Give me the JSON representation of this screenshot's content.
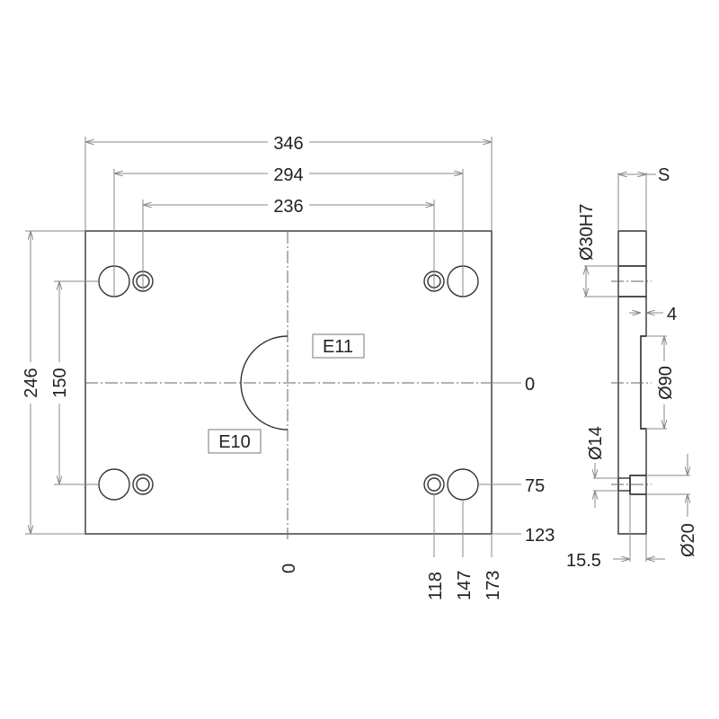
{
  "front_view": {
    "dim_width_overall": "346",
    "dim_width_large_holes": "294",
    "dim_width_small_holes": "236",
    "dim_height_overall": "246",
    "dim_height_holes": "150",
    "label_e11": "E11",
    "label_e10": "E10",
    "coord_y_zero": "0",
    "coord_y_75": "75",
    "coord_y_123": "123",
    "coord_x_zero": "0",
    "coord_x_118": "118",
    "coord_x_147": "147",
    "coord_x_173": "173"
  },
  "side_view": {
    "dim_thickness": "S",
    "dim_bore": "Ø30H7",
    "dim_recess_depth": "4",
    "dim_recess_dia": "Ø90",
    "dim_hole": "Ø14",
    "dim_counterbore": "Ø20",
    "dim_counterbore_depth": "15.5"
  }
}
